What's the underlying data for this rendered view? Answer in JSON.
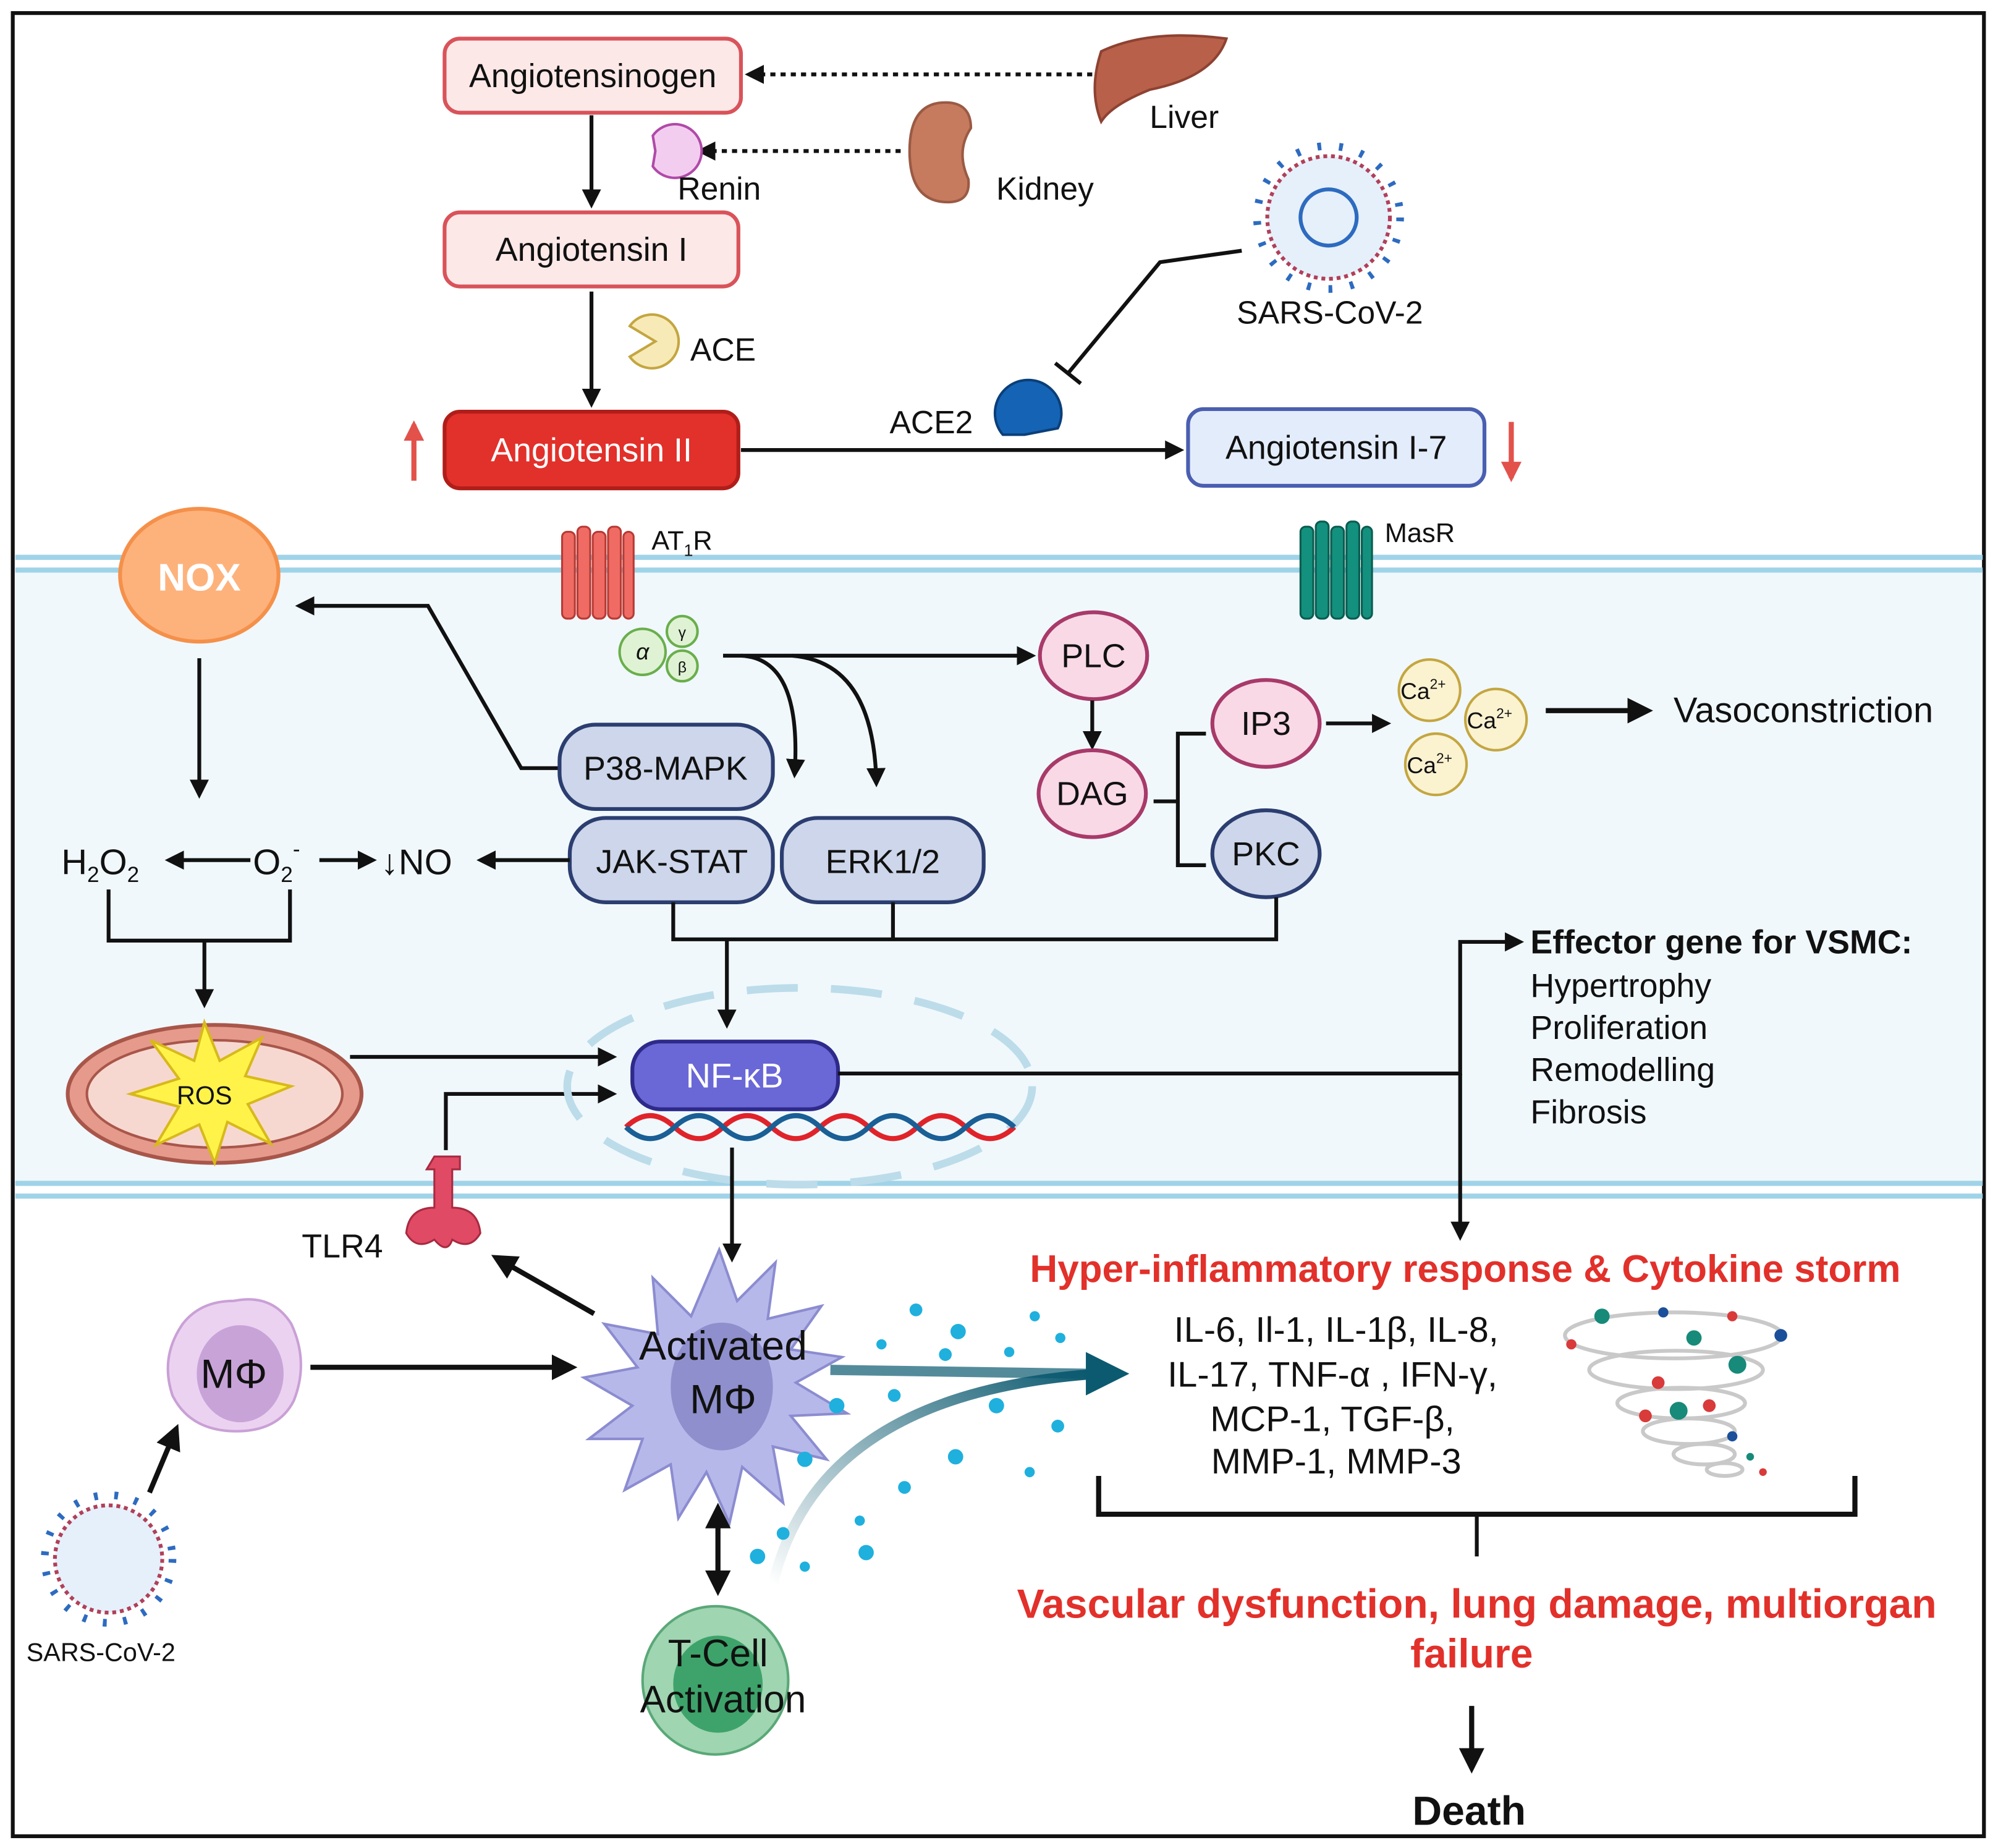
{
  "raas": {
    "angiotensinogen": "Angiotensinogen",
    "angiotensin_1": "Angiotensin I",
    "angiotensin_2": "Angiotensin II",
    "angiotensin_1_7": "Angiotensin I-7",
    "liver": "Liver",
    "kidney": "Kidney",
    "renin": "Renin",
    "ace": "ACE",
    "ace2": "ACE2",
    "sars_cov_2": "SARS-CoV-2",
    "at1r": "AT",
    "at1r_sub": "1",
    "at1r_end": "R",
    "masr": "MasR"
  },
  "signaling": {
    "nox": "NOX",
    "p38": "P38-MAPK",
    "jak": "JAK-STAT",
    "erk": "ERK1/2",
    "plc": "PLC",
    "dag": "DAG",
    "ip3": "IP3",
    "pkc": "PKC",
    "ca": "Ca",
    "ca_sup": "2+",
    "vasoconstriction": "Vasoconstriction",
    "g_alpha": "α",
    "g_beta": "β",
    "g_gamma": "γ",
    "h": "H",
    "two": "2",
    "o": "O",
    "minus": "-",
    "no": "↓NO",
    "ros": "ROS",
    "nfkb": "NF-κB",
    "tlr4": "TLR4"
  },
  "effector": {
    "title": "Effector gene for VSMC:",
    "items": [
      "Hypertrophy",
      "Proliferation",
      "Remodelling",
      "Fibrosis"
    ]
  },
  "immune": {
    "macrophage": "MΦ",
    "activated_1": "Activated",
    "activated_2": "MΦ",
    "tcell_1": "T-Cell",
    "tcell_2": "Activation",
    "virus_label": "SARS-CoV-2"
  },
  "outcome": {
    "storm": "Hyper-inflammatory response & Cytokine storm",
    "cytokines": [
      "IL-6, Il-1, IL-1β, IL-8,",
      "IL-17, TNF-α , IFN-γ,",
      "MCP-1, TGF-β,",
      "MMP-1, MMP-3"
    ],
    "damage_1": "Vascular dysfunction, lung damage, multiorgan",
    "damage_2": "failure",
    "death": "Death"
  },
  "colors": {
    "ang2": "#e2302a",
    "pill": "#cdd6ea",
    "nfkb": "#6a67d6",
    "outcome_text": "#e2302a",
    "membrane": "#9fd3e8"
  }
}
